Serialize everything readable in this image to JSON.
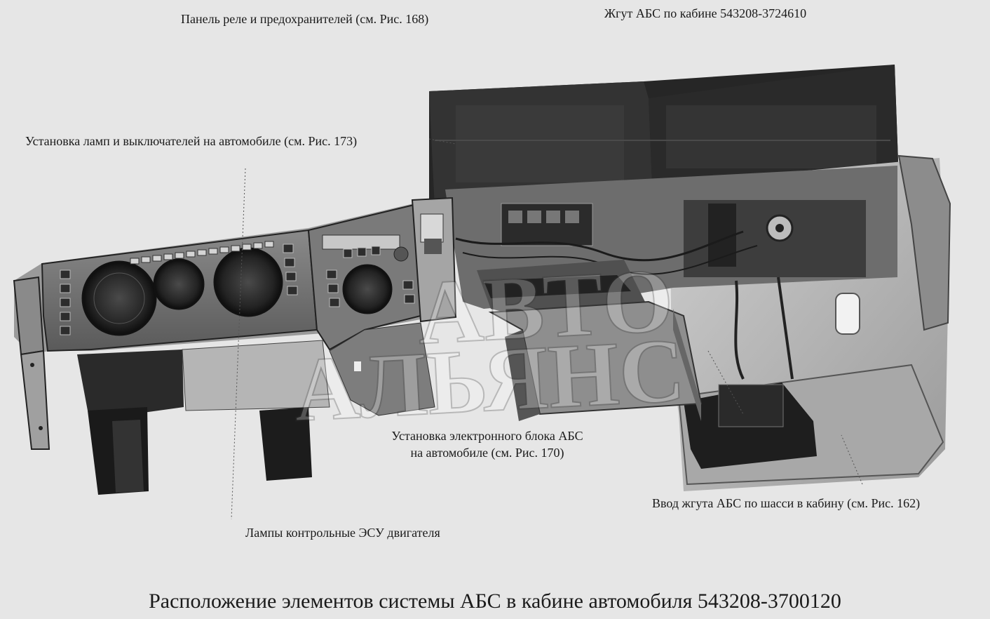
{
  "labels": {
    "relay_panel": "Панель реле и предохранителей (см. Рис. 168)",
    "abs_harness_cab": "Жгут АБС по кабине 543208-3724610",
    "lamps_switches": "Установка ламп и выключателей на автомобиле (см. Рис. 173)",
    "ecu_line1": "Установка электронного блока АБС",
    "ecu_line2": "на автомобиле (см. Рис. 170)",
    "harness_entry": "Ввод жгута АБС по шасси в кабину (см. Рис. 162)",
    "engine_lamps": "Лампы контрольные ЭСУ двигателя"
  },
  "caption": "Расположение элементов системы АБС в кабине автомобиля 543208-3700120",
  "watermark": {
    "line1": "АВТО",
    "line2": "АЛЬЯНС"
  },
  "colors": {
    "background": "#e6e6e6",
    "metal_dark": "#1c1c1c",
    "metal_mid": "#6e6e6e",
    "metal_light": "#b4b4b4",
    "text": "#1a1a1a"
  }
}
